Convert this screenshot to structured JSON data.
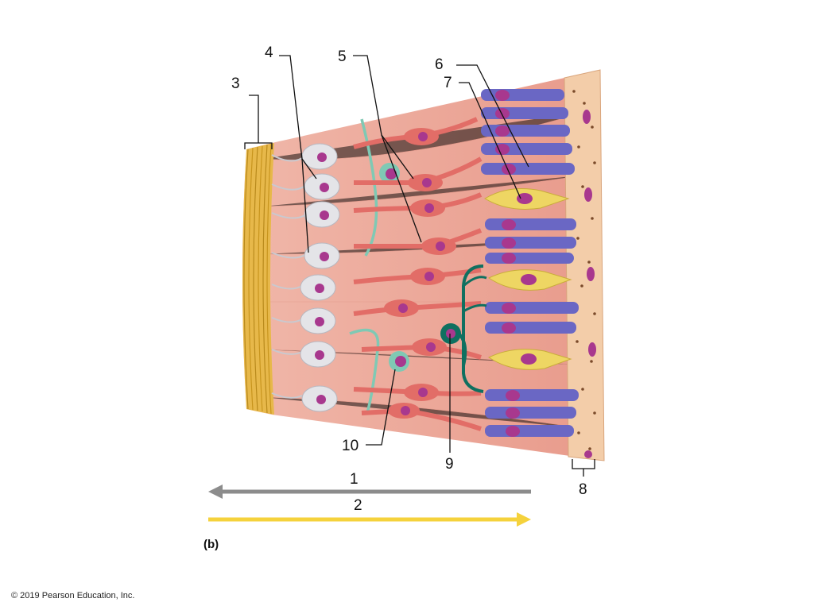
{
  "labels": [
    "1",
    "2",
    "3",
    "4",
    "5",
    "6",
    "7",
    "8",
    "9",
    "10"
  ],
  "panel_label": "(b)",
  "copyright": "© 2019 Pearson Education, Inc.",
  "colors": {
    "background_tissue": "#eba596",
    "nerve_fiber_layer": "#e2b23c",
    "ganglion_cell": "#e4e4e8",
    "nucleus": "#a8388e",
    "bipolar_cell": "#e26d67",
    "rod": "#6a67c4",
    "cone": "#eed663",
    "horizontal_amacrine_cell": "#0f7060",
    "amacrine_process": "#7fc9b4",
    "pigment_epithelium": "#f2caa6",
    "arrow_light": "#8c8c8c",
    "arrow_signal": "#f5d23c"
  }
}
